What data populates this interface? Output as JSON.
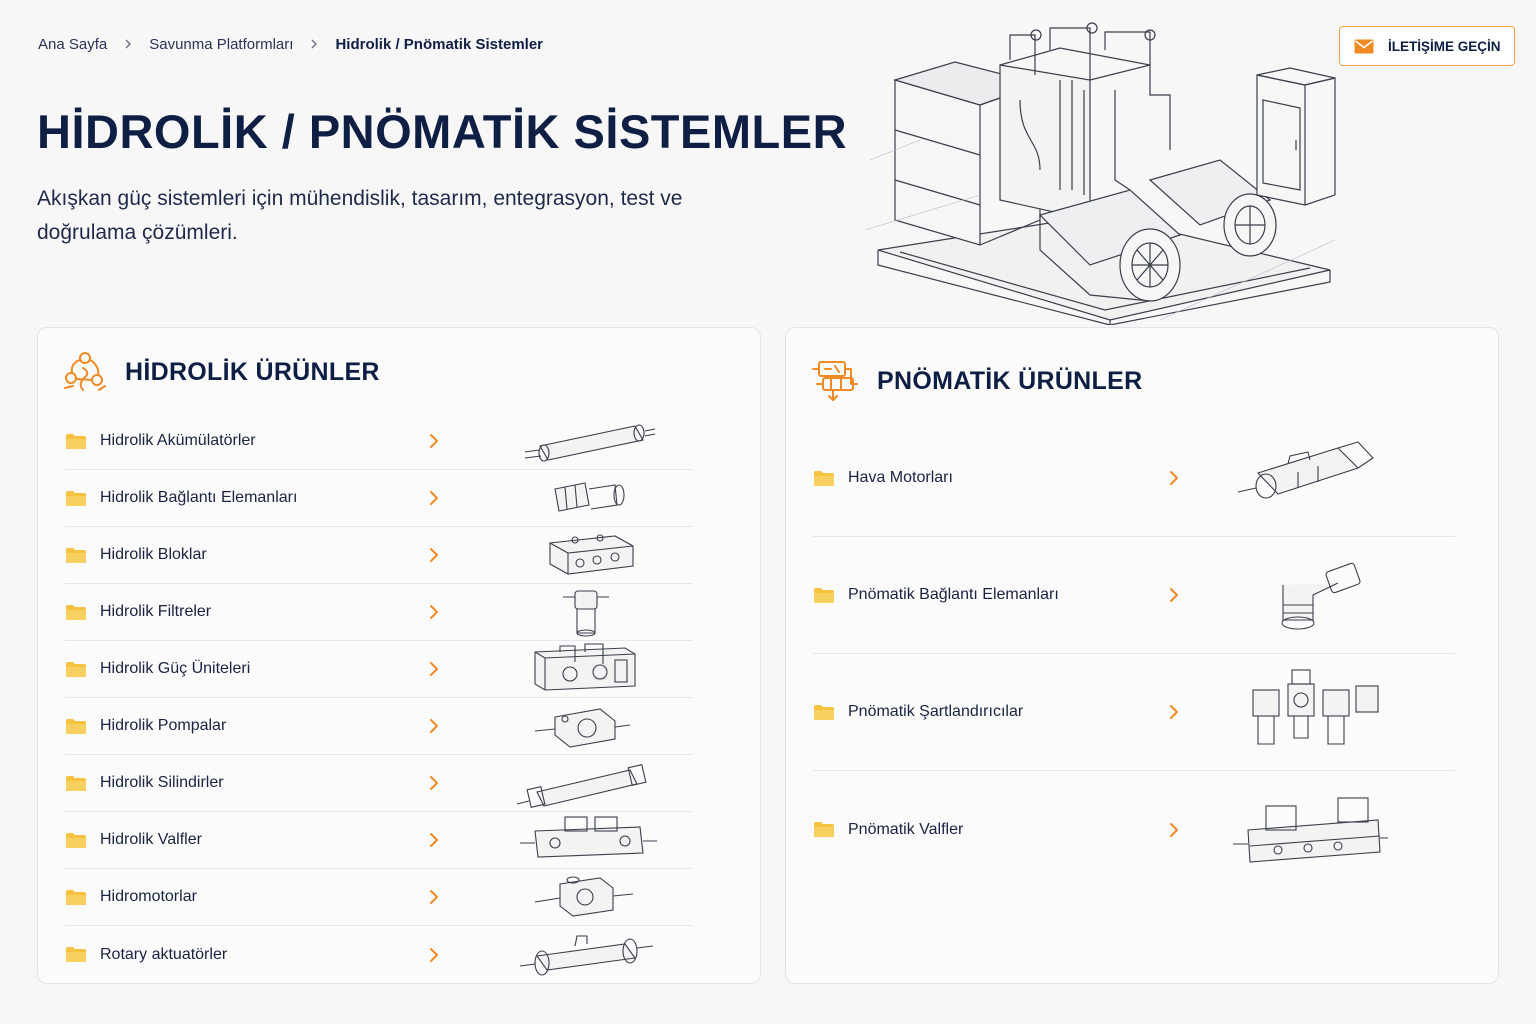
{
  "breadcrumb": {
    "home": "Ana Sayfa",
    "parent": "Savunma Platformları",
    "current": "Hidrolik / Pnömatik Sistemler"
  },
  "contact_button": {
    "label": "İLETİŞİME GEÇİN",
    "icon": "mail-icon"
  },
  "page": {
    "title": "HİDROLİK / PNÖMATİK SİSTEMLER",
    "subtitle": "Akışkan güç sistemleri için mühendislik, tasarım, entegrasyon, test ve doğrulama çözümleri."
  },
  "colors": {
    "navy": "#0f1f44",
    "accent": "#f08a24",
    "folder": "#f6c341"
  },
  "hydraulic": {
    "title": "HİDROLİK ÜRÜNLER",
    "icon": "hydraulic-network-icon",
    "items": [
      {
        "label": "Hidrolik Akümülatörler",
        "thumb": "accumulator"
      },
      {
        "label": "Hidrolik Bağlantı Elemanları",
        "thumb": "fitting"
      },
      {
        "label": "Hidrolik Bloklar",
        "thumb": "block"
      },
      {
        "label": "Hidrolik Filtreler",
        "thumb": "filter"
      },
      {
        "label": "Hidrolik Güç Üniteleri",
        "thumb": "power-unit"
      },
      {
        "label": "Hidrolik Pompalar",
        "thumb": "pump"
      },
      {
        "label": "Hidrolik Silindirler",
        "thumb": "cylinder"
      },
      {
        "label": "Hidrolik Valfler",
        "thumb": "valve"
      },
      {
        "label": "Hidromotorlar",
        "thumb": "motor"
      },
      {
        "label": "Rotary aktuatörler",
        "thumb": "rotary"
      }
    ]
  },
  "pneumatic": {
    "title": "PNÖMATİK ÜRÜNLER",
    "icon": "pneumatic-circuit-icon",
    "items": [
      {
        "label": "Hava Motorları",
        "thumb": "air-motor"
      },
      {
        "label": "Pnömatik Bağlantı Elemanları",
        "thumb": "elbow-fitting"
      },
      {
        "label": "Pnömatik Şartlandırıcılar",
        "thumb": "frl-unit"
      },
      {
        "label": "Pnömatik Valfler",
        "thumb": "solenoid-valve"
      }
    ]
  }
}
